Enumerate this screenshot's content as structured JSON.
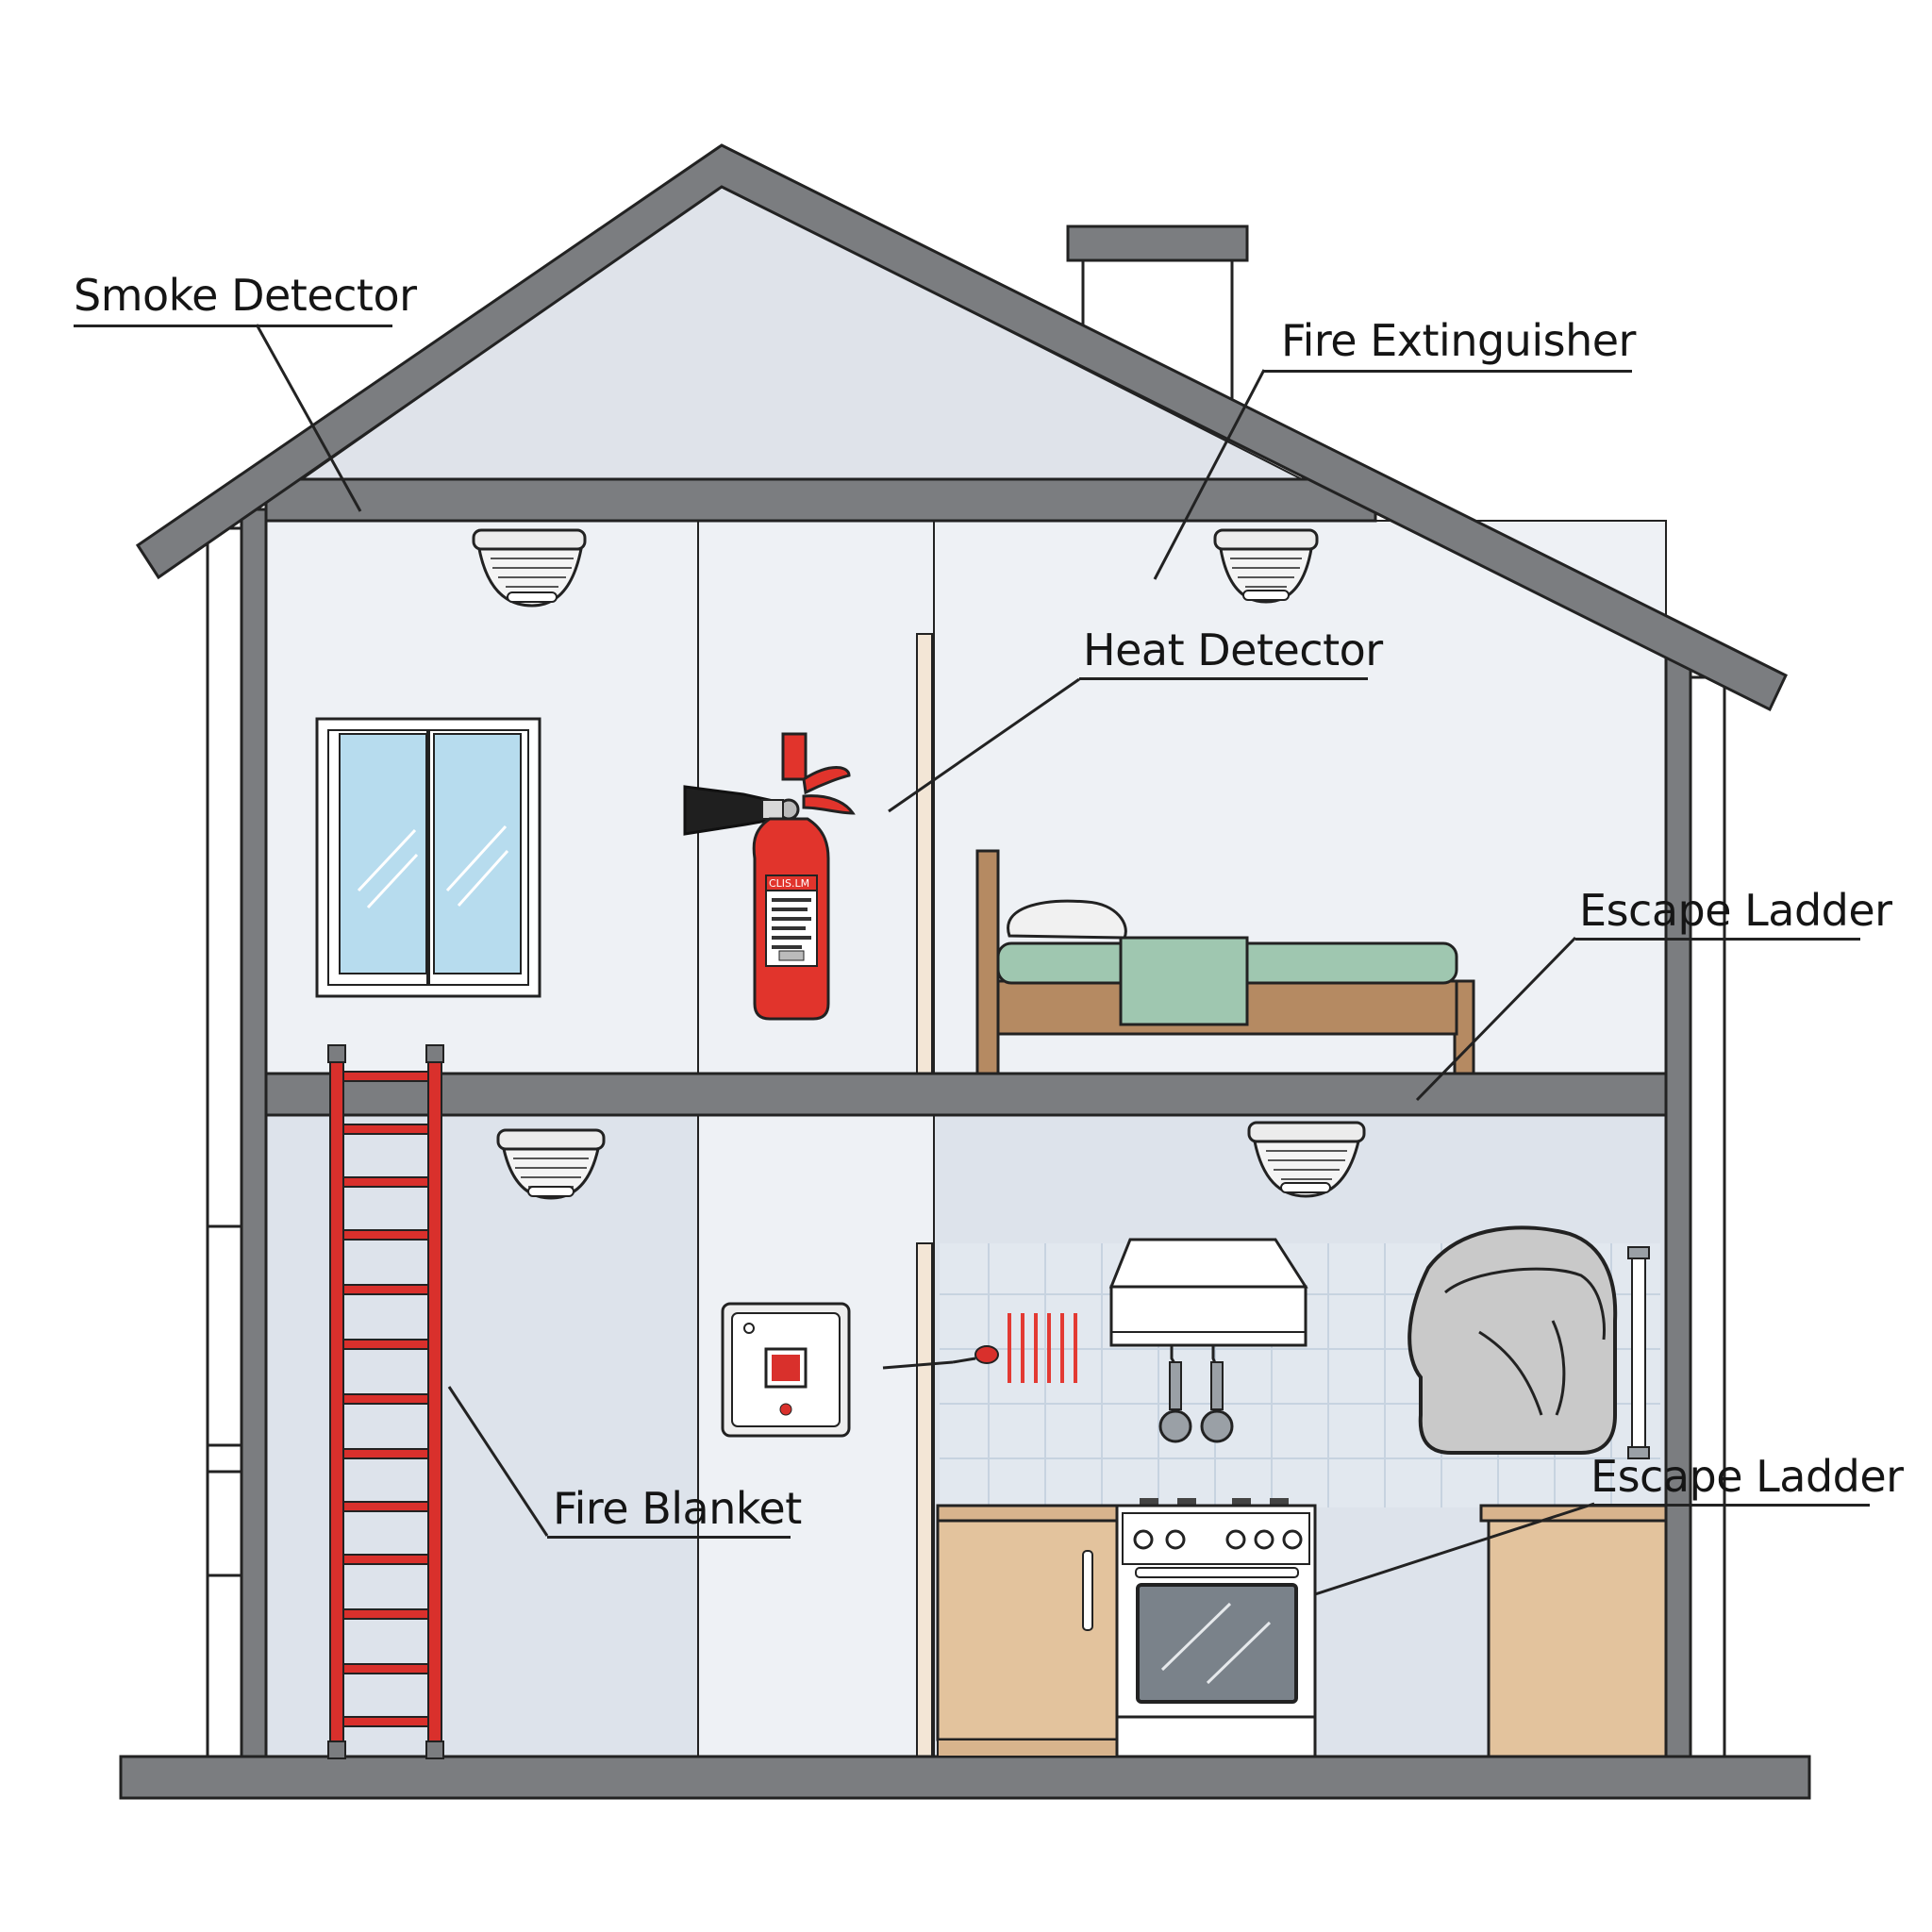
{
  "labels": {
    "smoke_detector": "Smoke Detector",
    "fire_extinguisher": "Fire Extinguisher",
    "heat_detector": "Heat Detector",
    "escape_ladder_upper": "Escape Ladder",
    "fire_blanket": "Fire Blanket",
    "escape_ladder_lower": "Escape Ladder"
  },
  "extinguisher_panel_text": "CLIS.LM",
  "colors": {
    "wall_gray": "#7b7d80",
    "interior_light": "#eef1f5",
    "interior_blue": "#dde3eb",
    "attic": "#dfe3ea",
    "ladder_red": "#d9302c",
    "extinguisher_red": "#e1342c",
    "wood": "#b58a62",
    "cabinet": "#e3c39d",
    "blanket_green": "#9fc7b0",
    "window_glass": "#b7dcee",
    "fire_blanket_gray": "#c9c9c9"
  },
  "icons": {
    "smoke_detector": "smoke-detector-icon",
    "heat_detector": "heat-detector-icon",
    "extinguisher": "fire-extinguisher-icon",
    "ladder": "escape-ladder-icon",
    "blanket": "fire-blanket-icon",
    "alarm_panel": "alarm-call-point-icon",
    "stove": "stove-icon",
    "range_hood": "range-hood-icon",
    "bed": "bed-icon",
    "window": "window-icon"
  }
}
